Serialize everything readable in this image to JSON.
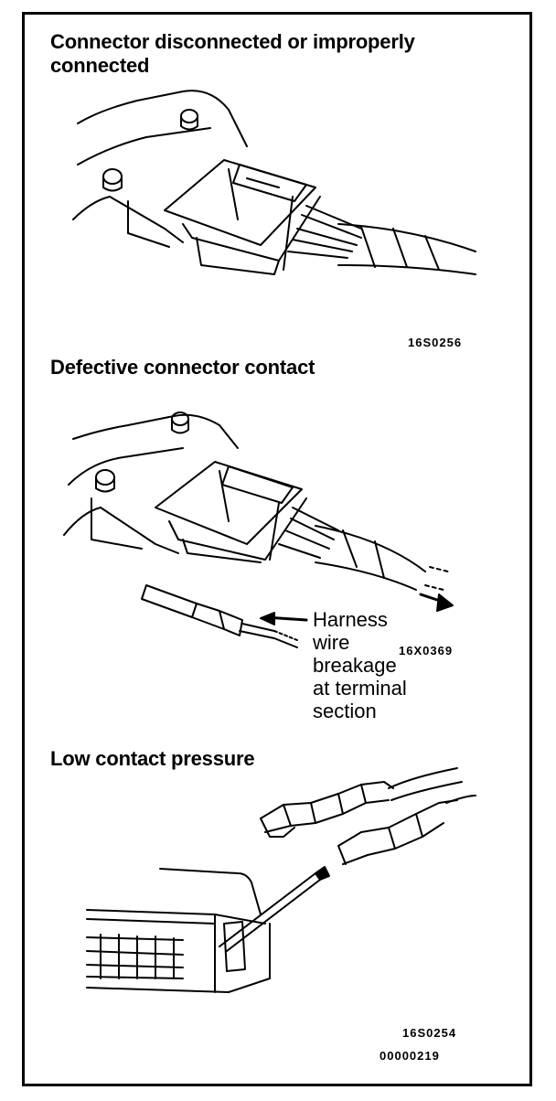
{
  "sections": [
    {
      "title_line1": "Connector disconnected or improperly",
      "title_line2": "connected",
      "code": "16S0256",
      "illustration_icon": "connector-housing-icon"
    },
    {
      "title": "Defective connector contact",
      "code": "16X0369",
      "illustration_icon": "connector-terminal-icon",
      "callout": {
        "line1": "Harness",
        "line2": "wire",
        "line3": "breakage",
        "line4": "at terminal",
        "line5": "section"
      }
    },
    {
      "title": "Low contact pressure",
      "code": "16S0254",
      "doc_number": "00000219",
      "illustration_icon": "terminal-pins-icon"
    }
  ]
}
